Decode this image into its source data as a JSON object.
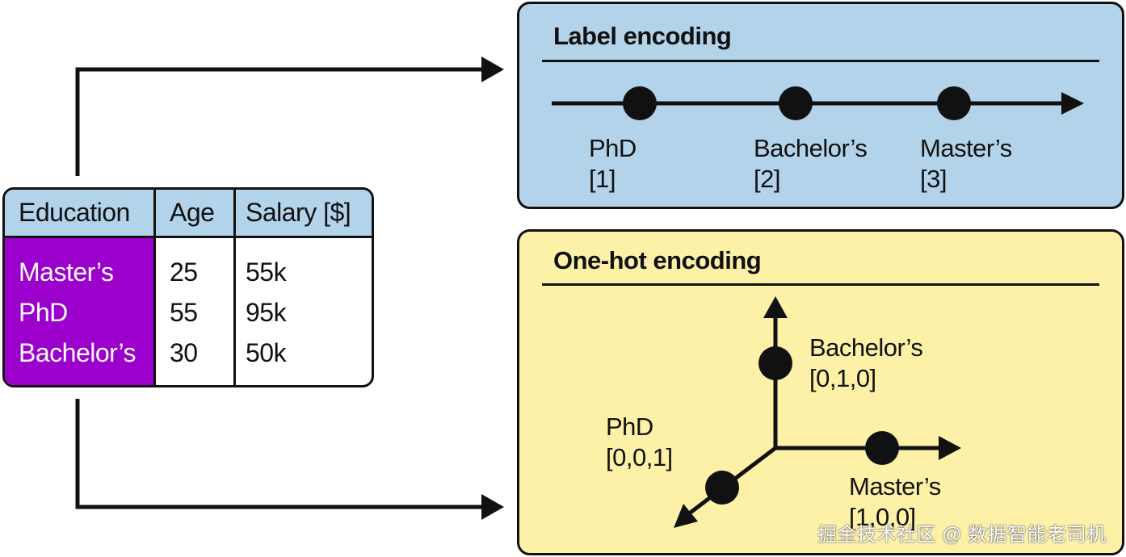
{
  "table": {
    "headers": [
      "Education",
      "Age",
      "Salary [$]"
    ],
    "rows": [
      {
        "education": "Master’s",
        "age": "25",
        "salary": "55k"
      },
      {
        "education": "PhD",
        "age": "55",
        "salary": "95k"
      },
      {
        "education": "Bachelor’s",
        "age": "30",
        "salary": "50k"
      }
    ]
  },
  "label_encoding": {
    "title": "Label encoding",
    "items": [
      {
        "name": "PhD",
        "code": "[1]"
      },
      {
        "name": "Bachelor’s",
        "code": "[2]"
      },
      {
        "name": "Master’s",
        "code": "[3]"
      }
    ]
  },
  "onehot_encoding": {
    "title": "One-hot encoding",
    "items": [
      {
        "name": "Bachelor’s",
        "code": "[0,1,0]"
      },
      {
        "name": "PhD",
        "code": "[0,0,1]"
      },
      {
        "name": "Master’s",
        "code": "[1,0,0]"
      }
    ]
  },
  "watermark": "掘金技术社区 @ 数据智能老司机",
  "colors": {
    "label_panel": "#b3d3ea",
    "onehot_panel": "#fcf1a7",
    "education_column": "#9b00cc",
    "line": "#111111"
  }
}
